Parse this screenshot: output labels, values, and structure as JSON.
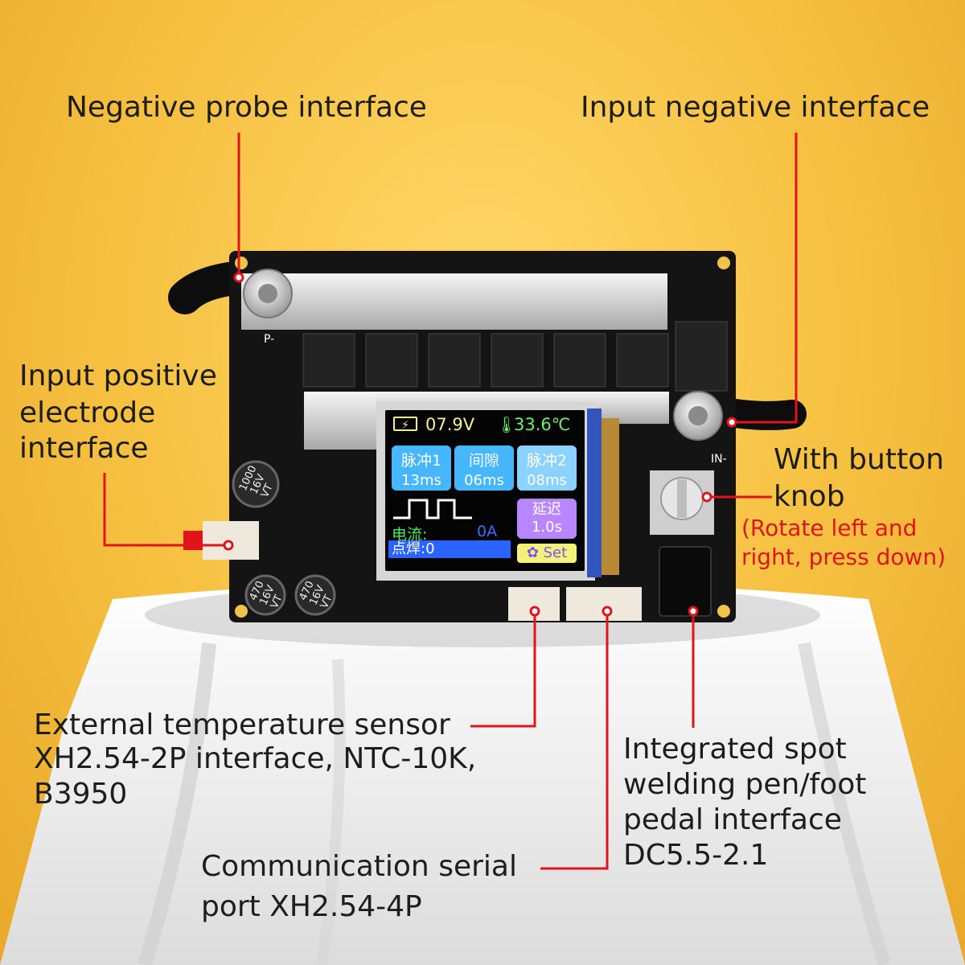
{
  "labels": {
    "negative_probe": "Negative probe interface",
    "input_negative": "Input negative interface",
    "input_positive_1": "Input positive",
    "input_positive_2": "electrode",
    "input_positive_3": "interface",
    "button_knob_1": "With button",
    "button_knob_2": "knob",
    "knob_note_1": "(Rotate left and",
    "knob_note_2": "right, press down)",
    "temp_sensor_1": "External temperature sensor",
    "temp_sensor_2": "XH2.54-2P interface, NTC-10K,",
    "temp_sensor_3": "B3950",
    "serial_1": "Communication serial",
    "serial_2": "port XH2.54-4P",
    "pedal_1": "Integrated spot",
    "pedal_2": "welding pen/foot",
    "pedal_3": "pedal interface",
    "pedal_4": "DC5.5-2.1"
  },
  "board": {
    "silk_p": "P-",
    "silk_in": "IN-",
    "cap_large": [
      "1000",
      "16V",
      "VT"
    ],
    "cap_small_left": [
      "470",
      "16V",
      "VT"
    ],
    "cap_small_right": [
      "470",
      "16V",
      "VT"
    ]
  },
  "lcd": {
    "battery_icon": "⚡",
    "voltage": "07.9V",
    "thermo_icon": "🌡",
    "temperature": "33.6℃",
    "pulse1_label": "脉冲1",
    "pulse1_value": "13ms",
    "gap_label": "间隙",
    "gap_value": "06ms",
    "pulse2_label": "脉冲2",
    "pulse2_value": "08ms",
    "delay_label": "延迟",
    "delay_value": "1.0s",
    "current_label": "电流:",
    "current_value": "0A",
    "spot_label": "点焊:0",
    "set_label": "✿ Set"
  },
  "colors": {
    "background": "#f6c040",
    "pcb": "#141414",
    "annotation": "#e0141b",
    "cloth": "#f4f4f4"
  }
}
